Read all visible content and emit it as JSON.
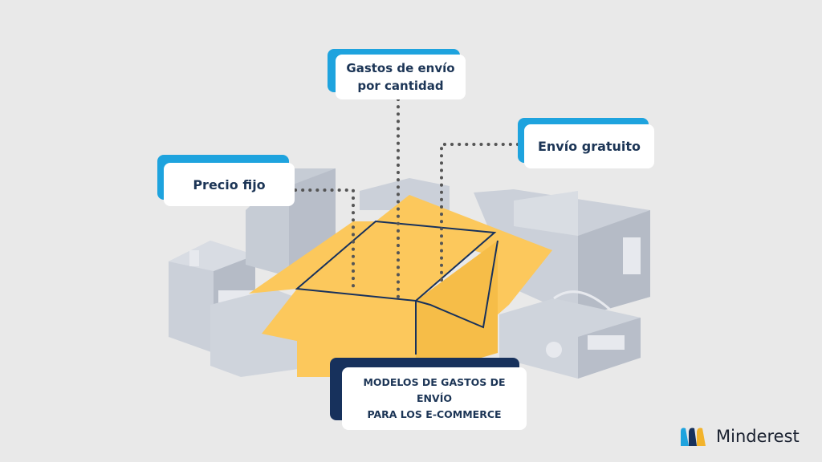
{
  "colors": {
    "background": "#e9e9e9",
    "box_yellow": "#fcc85c",
    "box_gray": "#cbd0d9",
    "box_gray_dark": "#b5bbc6",
    "tab_blue": "#1ea3de",
    "tab_navy": "#17315c",
    "text_navy": "#1c3556",
    "dotted_line": "#555555"
  },
  "labels": {
    "precio_fijo": "Precio fijo",
    "cantidad_line1": "Gastos de envío",
    "cantidad_line2": "por cantidad",
    "envio_gratuito": "Envío gratuito",
    "modelos_line1": "MODELOS DE GASTOS DE ENVÍO",
    "modelos_line2": "PARA LOS E-COMMERCE"
  },
  "brand": {
    "name": "Minderest",
    "logo_icon": "minderest-logo-icon"
  }
}
